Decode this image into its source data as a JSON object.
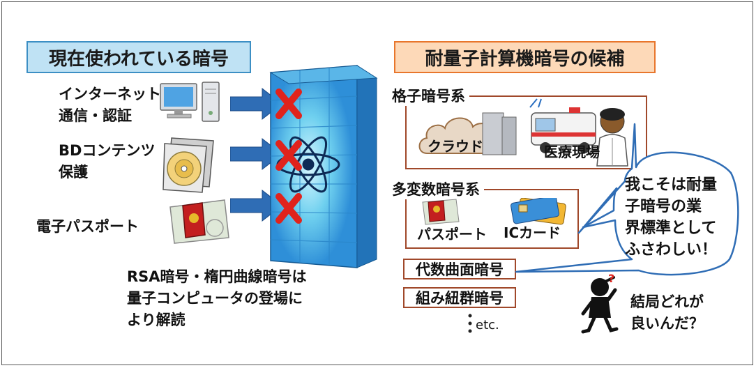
{
  "left": {
    "title": "現在使われている暗号",
    "items": [
      {
        "label_line1": "インターネット",
        "label_line2": "通信・認証",
        "icon": "computer-icon"
      },
      {
        "label_line1": "BDコンテンツ",
        "label_line2": "保護",
        "icon": "bd-disc-icon"
      },
      {
        "label_line1": "電子パスポート",
        "label_line2": "",
        "icon": "passport-icon"
      }
    ],
    "note_line1": "RSA暗号・楕円曲線暗号は",
    "note_line2": "量子コンピュータの登場に",
    "note_line3": "より解読"
  },
  "right": {
    "title": "耐量子計算機暗号の候補",
    "lattice": {
      "label": "格子暗号系",
      "item1": "クラウド",
      "item2": "医療現場"
    },
    "multivariate": {
      "label": "多変数暗号系",
      "item1": "パスポート",
      "item2": "ICカード"
    },
    "algebraic_surface": "代数曲面暗号",
    "braid_group": "組み紐群暗号",
    "etc": "etc.",
    "bubble_line1": "我こそは耐量",
    "bubble_line2": "子暗号の業",
    "bubble_line3": "界標準として",
    "bubble_line4": "ふさわしい！",
    "question_mark": "?",
    "question_line1": "結局どれが",
    "question_line2": "良いんだ？"
  },
  "colors": {
    "left_title_bg": "#bfe2f4",
    "left_title_border": "#3c8fc4",
    "right_title_bg": "#fdd9b8",
    "right_title_border": "#e8762c",
    "group_border": "#a0482a",
    "arrow": "#2f6db5",
    "cross": "#e0231c",
    "wall": "#2e8fd8"
  }
}
